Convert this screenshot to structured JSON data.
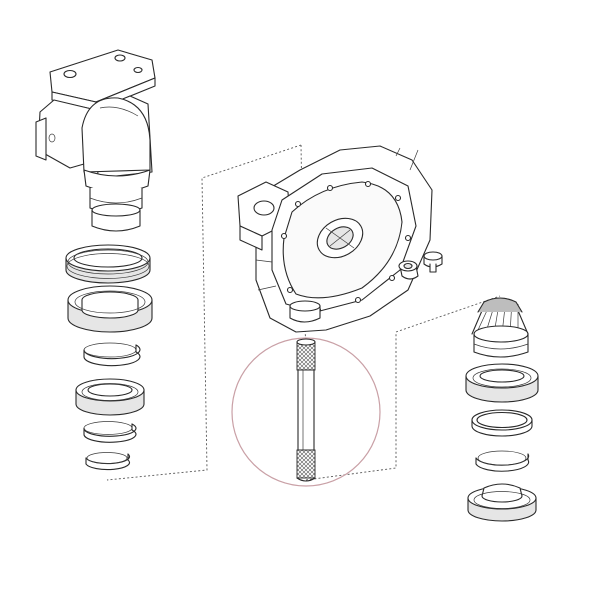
{
  "diagram": {
    "type": "exploded parts drawing",
    "highlight_color": "#c9a0a6",
    "line_color": "#2a2a2a",
    "background": "#ffffff",
    "parts": [
      "upper-housing",
      "upper-seal",
      "upper-bearing",
      "upper-circlip",
      "mid-bearing",
      "lower-snap-ring",
      "bottom-snap-ring",
      "gear-case",
      "mount-bolt",
      "mount-nut",
      "shaft",
      "bevel-gear",
      "right-bearing",
      "right-ring-1",
      "right-ring-2",
      "right-seal-cap"
    ]
  }
}
